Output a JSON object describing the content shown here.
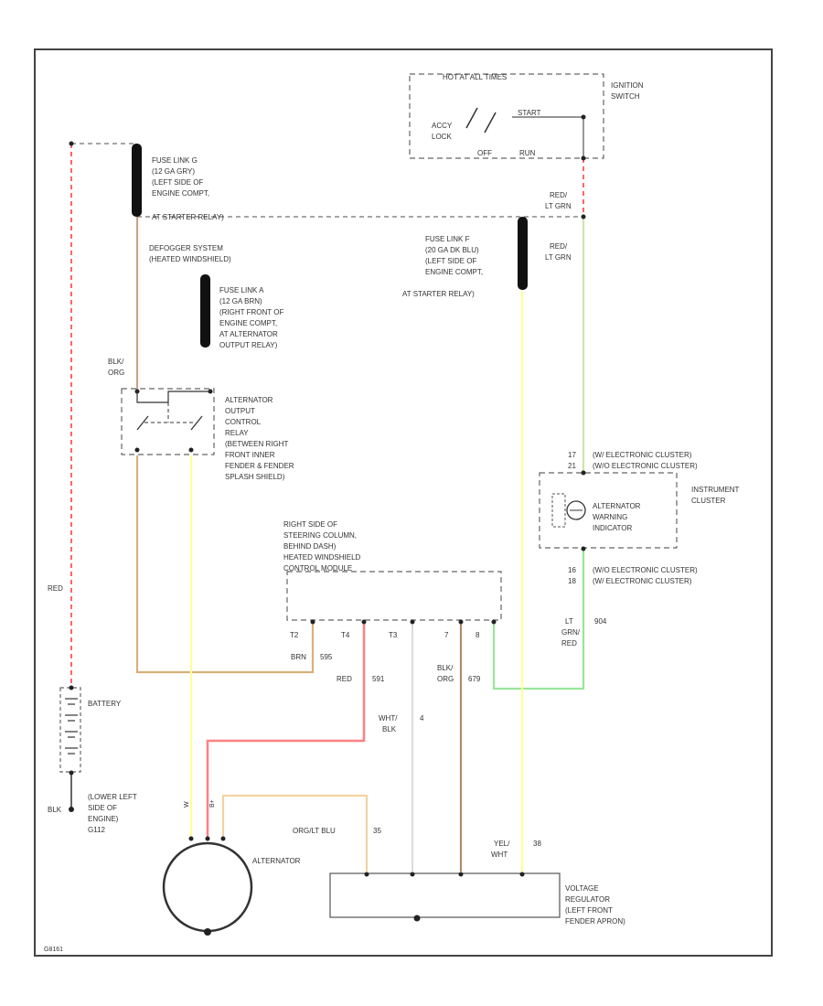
{
  "ignition": {
    "title": "HOT AT ALL TIMES",
    "acc_lock_1": "ACCY",
    "acc_lock_2": "LOCK",
    "start": "START",
    "off": "OFF",
    "run": "RUN",
    "switch_1": "IGNITION",
    "switch_2": "SWITCH"
  },
  "fuse_g": [
    "FUSE LINK G",
    "(12 GA GRY)",
    "(LEFT SIDE OF",
    "ENGINE COMPT,",
    "AT STARTER RELAY)"
  ],
  "defogger": [
    "DEFOGGER SYSTEM",
    "(HEATED WINDSHIELD)"
  ],
  "fuse_a": [
    "FUSE LINK A",
    "(12 GA BRN)",
    "(RIGHT FRONT OF",
    "ENGINE COMPT,",
    "AT ALTERNATOR",
    "OUTPUT RELAY)"
  ],
  "fuse_f": [
    "FUSE LINK F",
    "(20 GA DK BLU)",
    "(LEFT SIDE OF",
    "ENGINE COMPT,",
    "AT STARTER RELAY)"
  ],
  "relay": [
    "ALTERNATOR",
    "OUTPUT",
    "CONTROL",
    "RELAY",
    "(BETWEEN RIGHT",
    "FRONT INNER",
    "FENDER & FENDER",
    "SPLASH SHIELD)"
  ],
  "module": [
    "RIGHT SIDE OF",
    "STEERING COLUMN,",
    "BEHIND DASH)",
    "HEATED WINDSHIELD",
    "CONTROL MODULE"
  ],
  "cluster": {
    "pin17": "17",
    "pin17_text": "(W/ ELECTRONIC CLUSTER)",
    "pin21": "21",
    "pin21_text": "(W/O ELECTRONIC CLUSTER)",
    "title_1": "INSTRUMENT",
    "title_2": "CLUSTER",
    "indicator": [
      "ALTERNATOR",
      "WARNING",
      "INDICATOR"
    ],
    "pin16": "16",
    "pin16_text": "(W/O ELECTRONIC CLUSTER)",
    "pin18": "18",
    "pin18_text": "(W/ ELECTRONIC CLUSTER)"
  },
  "module_pins": [
    "T2",
    "T4",
    "T3",
    "7",
    "8"
  ],
  "wires": {
    "red_lt_grn_1": [
      "RED/",
      "LT GRN"
    ],
    "red_lt_grn_2": [
      "RED/",
      "LT GRN"
    ],
    "blk_org": [
      "BLK/",
      "ORG"
    ],
    "red": "RED",
    "brn": "BRN",
    "c595": "595",
    "c591": "591",
    "lt_grn_red": [
      "LT",
      "GRN/",
      "RED"
    ],
    "c904": "904",
    "blk_org_2": [
      "BLK/",
      "ORG"
    ],
    "c679": "679",
    "wht_blk": [
      "WHT/",
      "BLK"
    ],
    "c4": "4",
    "org_lt_blu": "ORG/LT BLU",
    "c35": "35",
    "yel_wht": [
      "YEL/",
      "WHT"
    ],
    "c38": "38",
    "blk": "BLK",
    "alt_w1": "W",
    "alt_w2": "B+"
  },
  "battery": "BATTERY",
  "ground": [
    "(LOWER LEFT",
    "SIDE OF",
    "ENGINE)",
    "G112"
  ],
  "alternator": "ALTERNATOR",
  "regulator": [
    "VOLTAGE",
    "REGULATOR",
    "(LEFT FRONT",
    "FENDER APRON)"
  ],
  "code": "G8161"
}
